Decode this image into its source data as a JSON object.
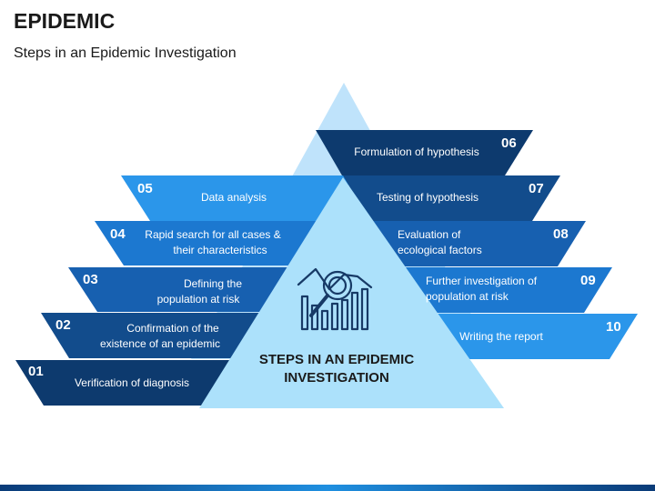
{
  "header": {
    "title": "EPIDEMIC",
    "subtitle": "Steps in an Epidemic Investigation"
  },
  "center": {
    "label_line1": "STEPS IN AN EPIDEMIC",
    "label_line2": "INVESTIGATION",
    "icon": "chart-magnifier-icon"
  },
  "colors": {
    "triangle_outer": "#bfe3fb",
    "triangle_inner": "#ace1fb",
    "text_dark": "#1a1a1a",
    "bar_left": "#0a3b78",
    "bar_mid": "#1f8fe0"
  },
  "steps": [
    {
      "num": "01",
      "line1": "Verification of diagnosis",
      "line2": "",
      "color": "#0d3a6e"
    },
    {
      "num": "02",
      "line1": "Confirmation of the",
      "line2": "existence of an epidemic",
      "color": "#124c8c"
    },
    {
      "num": "03",
      "line1": "Defining the",
      "line2": "population at risk",
      "color": "#1760b0"
    },
    {
      "num": "04",
      "line1": "Rapid search for all cases &",
      "line2": "their characteristics",
      "color": "#1c78d0"
    },
    {
      "num": "05",
      "line1": "Data analysis",
      "line2": "",
      "color": "#2b96ea"
    },
    {
      "num": "06",
      "line1": "Formulation of hypothesis",
      "line2": "",
      "color": "#0d3a6e"
    },
    {
      "num": "07",
      "line1": "Testing of hypothesis",
      "line2": "",
      "color": "#124c8c"
    },
    {
      "num": "08",
      "line1": "Evaluation of",
      "line2": "ecological factors",
      "color": "#1760b0"
    },
    {
      "num": "09",
      "line1": "Further investigation of",
      "line2": "population at risk",
      "color": "#1c78d0"
    },
    {
      "num": "10",
      "line1": "Writing the report",
      "line2": "",
      "color": "#2b96ea"
    }
  ]
}
